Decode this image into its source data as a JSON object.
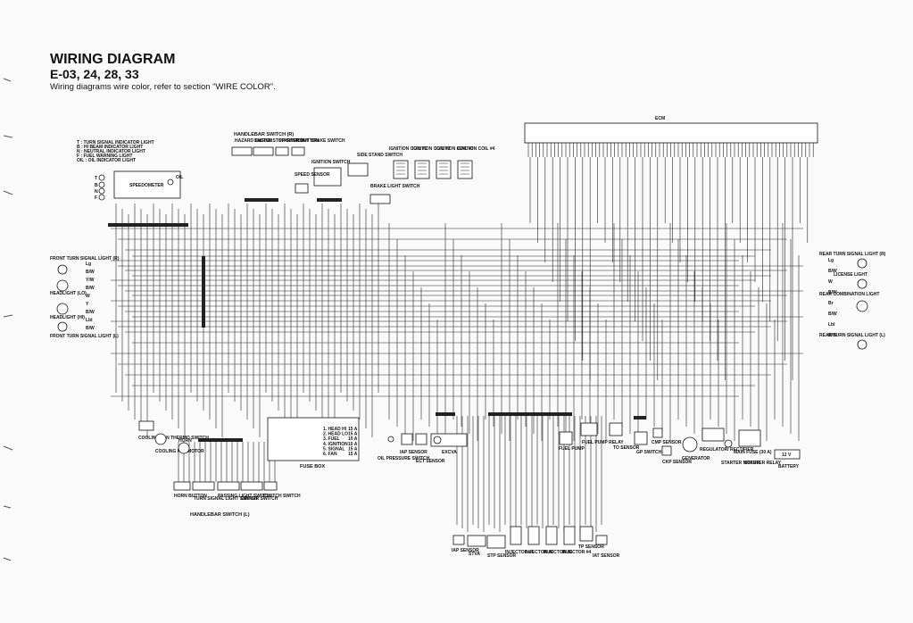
{
  "header": {
    "title": "WIRING DIAGRAM",
    "subtitle": "E-03, 24, 28, 33",
    "note": "Wiring diagrams wire color, refer to section \"WIRE COLOR\"."
  },
  "legend": [
    "T  : TURN SIGNAL INDICATOR LIGHT",
    "B  : HI BEAM INDICATOR LIGHT",
    "N  : NEUTRAL INDICATOR LIGHT",
    "F  : FUEL WARNING LIGHT",
    "OIL : OIL INDICATOR LIGHT"
  ],
  "labels": {
    "ecm": "ECM",
    "speedometer": "SPEEDOMETER",
    "oil": "OIL",
    "handlebar_switch_r": "HANDLEBAR SWITCH (R)",
    "hazard_switch": "HAZARD SWITCH",
    "engine_stop_switch": "ENGINE STOP SWITCH",
    "starter_button": "STARTER BUTTON",
    "front_brake_switch": "FRONT BRAKE SWITCH",
    "ignition_switch": "IGNITION SWITCH",
    "speed_sensor": "SPEED SENSOR",
    "side_stand_switch": "SIDE STAND SWITCH",
    "brake_light_switch": "BRAKE LIGHT SWITCH",
    "coil1": "IGNITION COIL #1",
    "coil2": "IGNITION COIL #2",
    "coil3": "IGNITION COIL #3",
    "coil4": "IGNITION COIL #4",
    "front_turn_r": "FRONT TURN SIGNAL LIGHT (R)",
    "headlight_lo": "HEADLIGHT (LO)",
    "headlight_hi": "HEADLIGHT (HI)",
    "front_turn_l": "FRONT TURN SIGNAL LIGHT (L)",
    "rear_turn_r": "REAR TURN SIGNAL LIGHT (R)",
    "license_light": "LICENSE LIGHT",
    "rear_combination": "REAR COMBINATION LIGHT",
    "rear_turn_l": "REAR TURN SIGNAL LIGHT (L)",
    "cooling_fan_thermo": "COOLING FAN THERMO SWITCH",
    "cooling_fan_motor": "COOLING FAN MOTOR",
    "horn": "HORN",
    "fuse_box": "FUSE BOX",
    "oil_pressure_switch": "OIL PRESSURE SWITCH",
    "iap_sensor": "IAP SENSOR",
    "ect_sensor": "ECT SENSOR",
    "exsva": "EXCVA",
    "fuel_pump": "FUEL PUMP",
    "fuel_pump_relay": "FUEL PUMP RELAY",
    "to_sensor": "TO SENSOR",
    "gp_switch": "GP SWITCH",
    "cmp_sensor": "CMP SENSOR",
    "ckp_sensor": "CKP SENSOR",
    "generator": "GENERATOR",
    "regulator_rectifier": "REGULATOR/ RECTIFIER",
    "starter_motor": "STARTER MOTOR",
    "starter_relay": "STARTER RELAY",
    "main_fuse": "MAIN FUSE (30 A)",
    "battery": "BATTERY",
    "battery_voltage": "12 V",
    "horn_button": "HORN BUTTON",
    "turn_signal_switch": "TURN SIGNAL LIGHT SWITCH",
    "passing_light_switch": "PASSING LIGHT SWITCH",
    "dimmer_switch": "DIMMER SWITCH",
    "clutch_switch": "CLUTCH SWITCH",
    "handlebar_switch_l": "HANDLEBAR SWITCH (L)",
    "iap_sensor_2": "IAP SENSOR",
    "stva": "STVA",
    "stp_sensor": "STP SENSOR",
    "injector1": "INJECTOR #1",
    "injector2": "INJECTOR #2",
    "injector3": "INJECTOR #3",
    "injector4": "INJECTOR #4",
    "tp_sensor": "TP SENSOR",
    "iat_sensor": "IAT SENSOR"
  },
  "fuses": [
    {
      "name": "1. HEAD HI",
      "amp": "15 A"
    },
    {
      "name": "2. HEAD LO",
      "amp": "15 A"
    },
    {
      "name": "3. FUEL",
      "amp": "10 A"
    },
    {
      "name": "4. IGNITION",
      "amp": "10 A"
    },
    {
      "name": "5. SIGNAL",
      "amp": "15 A"
    },
    {
      "name": "6. FAN",
      "amp": "15 A"
    }
  ],
  "ind_letters": [
    "T",
    "B",
    "N",
    "F"
  ],
  "front_wires": [
    "Lg",
    "B/W",
    "Y/W",
    "B/W",
    "W",
    "Y",
    "B/W",
    "Lbl",
    "B/W"
  ],
  "rear_wires": [
    "Lg",
    "B/W",
    "W",
    "B/W",
    "Br",
    "B/W",
    "Lbl",
    "B/W"
  ]
}
